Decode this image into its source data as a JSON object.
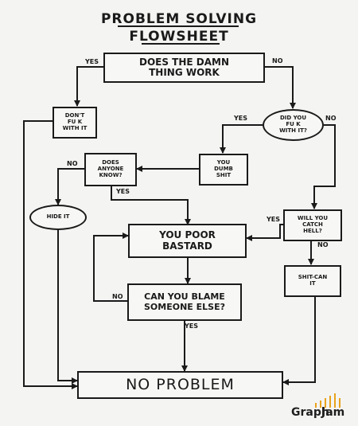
{
  "title": {
    "line1": "PROBLEM SOLVING",
    "line2": "FLOWSHEET"
  },
  "nodes": {
    "does_work": "DOES THE DAMN\nTHING WORK",
    "dont_fuk": "DON'T\nFU K\nWITH IT",
    "did_you": "DID YOU\nFU K\nWITH IT?",
    "you_dumb": "YOU\nDUMB\nSHIT",
    "does_anyone": "DOES\nANYONE\nKNOW?",
    "hide_it": "HIDE IT",
    "poor_bastard": "YOU POOR\nBASTARD",
    "catch_hell": "WILL YOU\nCATCH\nHELL?",
    "shit_can": "SHIT-CAN\nIT",
    "blame": "CAN YOU BLAME\nSOMEONE ELSE?",
    "no_problem": "NO PROBLEM"
  },
  "labels": {
    "yes_work": "YES",
    "no_work": "NO",
    "yes_fuk": "YES",
    "no_fuk": "NO",
    "no_anyone": "NO",
    "yes_anyone": "YES",
    "yes_hell": "YES",
    "no_hell": "NO",
    "no_blame": "NO",
    "yes_blame": "YES"
  },
  "brand": {
    "part1": "Graph",
    "part2": "Jam",
    "accent_color": "#e8a21b"
  }
}
